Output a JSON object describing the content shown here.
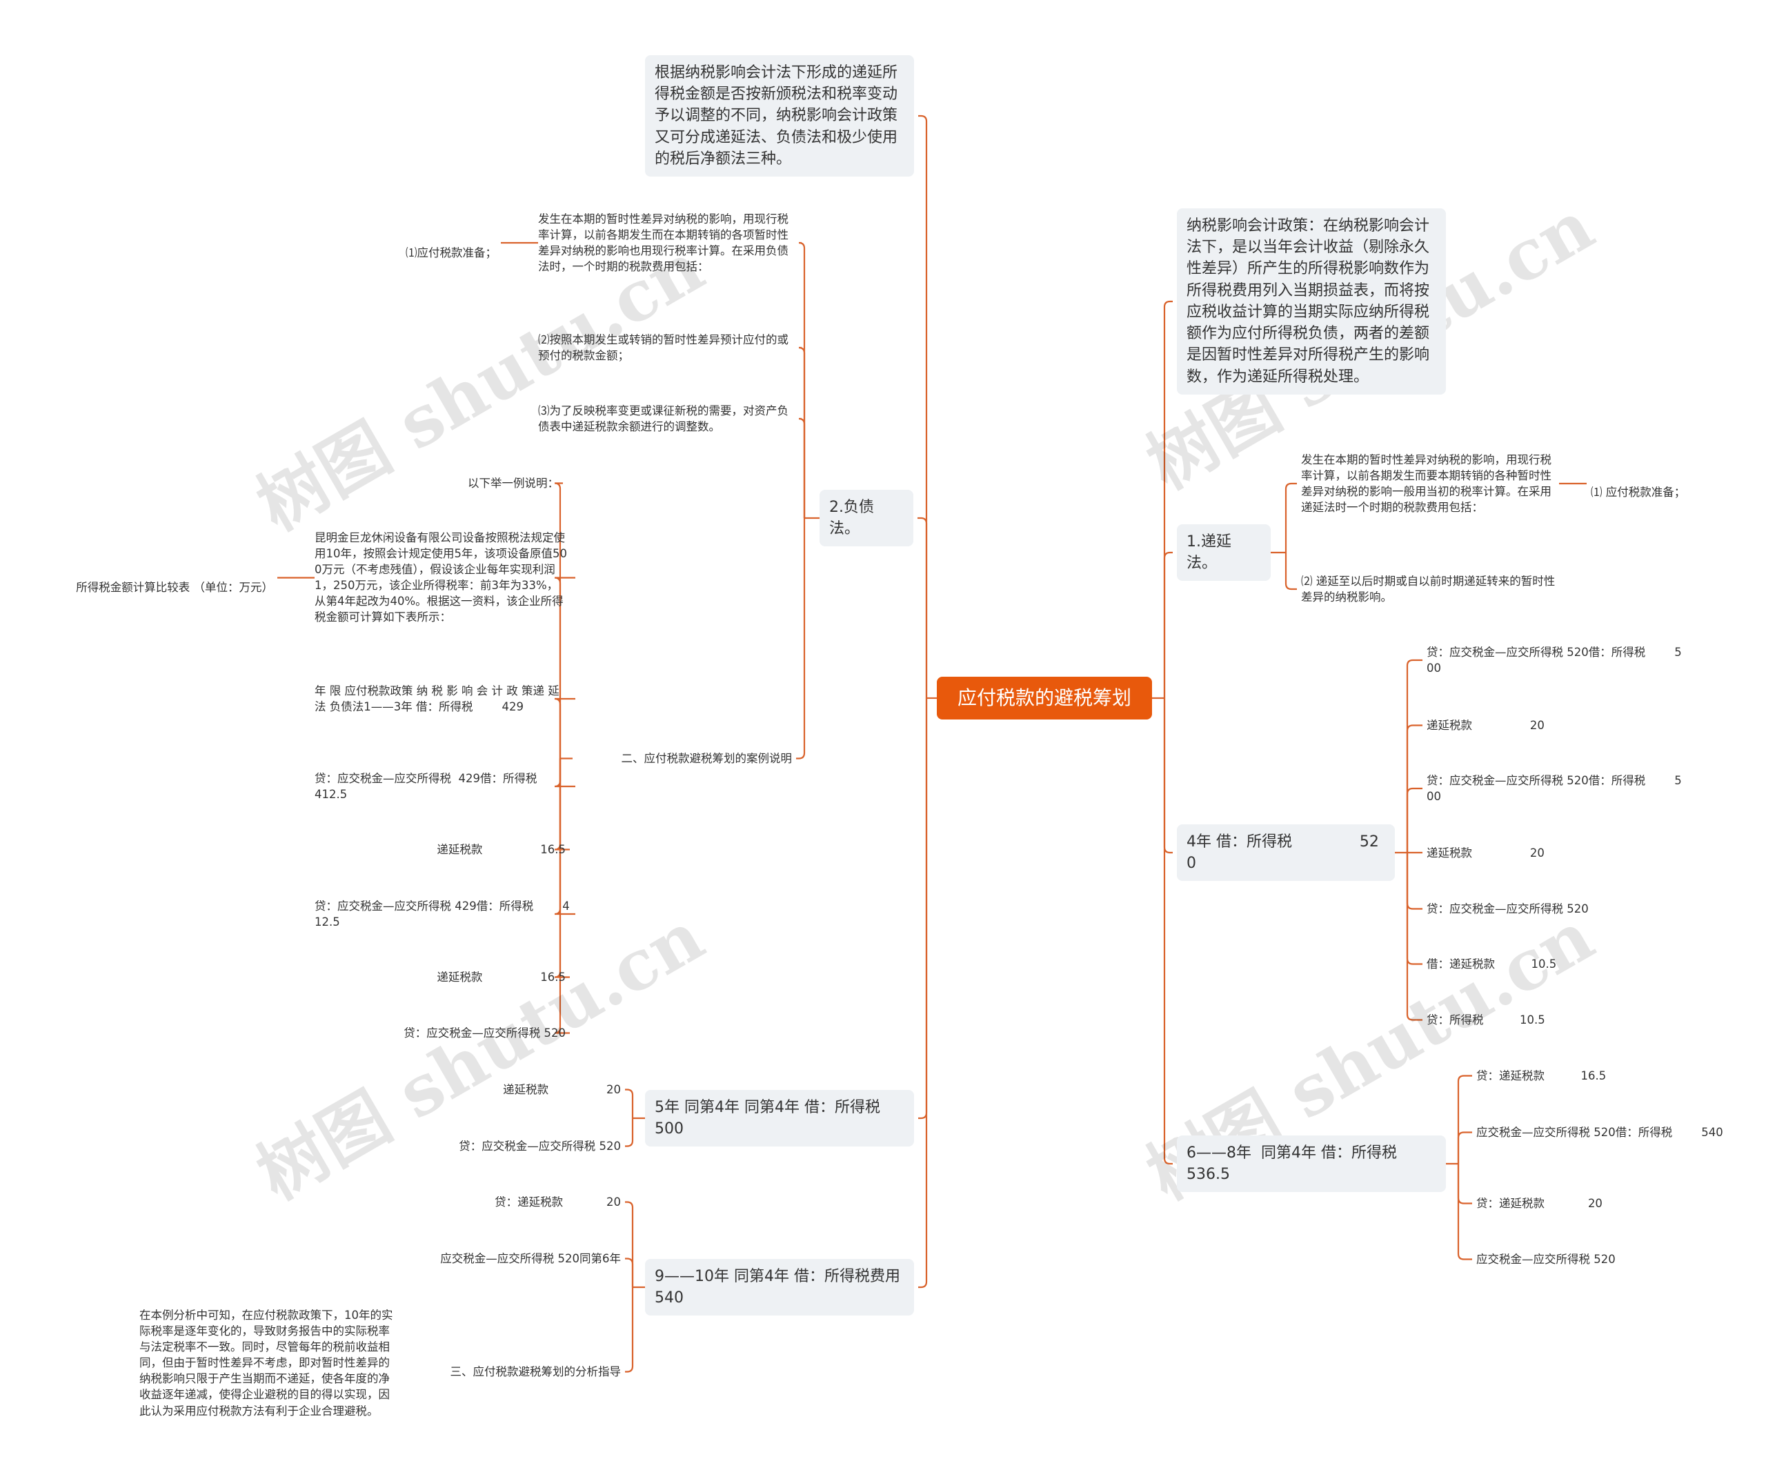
{
  "root": {
    "label": "应付税款的避税筹划",
    "color": "#e8590c"
  },
  "watermark": "树图 shutu.cn",
  "left": {
    "intro": "根据纳税影响会计法下形成的递延所得税金额是否按新颁税法和税率变动予以调整的不同，纳税影响会计政策又可分成递延法、负债法和极少使用的税后净额法三种。",
    "liability": {
      "label": "2.负债法。",
      "n1_label": "⑴应付税款准备；",
      "n1_text": "发生在本期的暂时性差异对纳税的影响，用现行税率计算，以前各期发生而在本期转销的各项暂时性差异对纳税的影响也用现行税率计算。在采用负债法时，一个时期的税款费用包括：",
      "n2": "⑵按照本期发生或转销的暂时性差异预计应付的或预付的税款金额；",
      "n3": "⑶为了反映税率变更或课征新税的需要，对资产负债表中递延税款余额进行的调整数。",
      "case": {
        "label": "二、应付税款避税筹划的案例说明",
        "intro": "以下举一例说明：",
        "example": "昆明金巨龙休闲设备有限公司设备按照税法规定使用10年，按照会计规定使用5年，该项设备原值500万元（不考虑残值），假设该企业每年实现利润1，250万元，该企业所得税率：前3年为33%，      从第4年起改为40%。根据这一资料，该企业所得税金额可计算如下表所示：",
        "table_caption": "所得税金额计算比较表 （单位：万元）",
        "header": "年 限 应付税款政策 纳 税 影 响 会 计 政 策递 延 法 负债法1——3年 借：所得税        429",
        "l1": "贷：应交税金—应交所得税  429借：所得税         412.5",
        "l2": "递延税款                16.5",
        "l3": "贷：应交税金—应交所得税 429借：所得税        412.5",
        "l4": "递延税款                16.5",
        "l5": "贷：应交税金—应交所得税 520"
      }
    },
    "y5": {
      "label": "5年 同第4年 同第4年 借：所得税          500",
      "c1": "递延税款                20",
      "c2": "贷：应交税金—应交所得税 520"
    },
    "y910": {
      "label": "9——10年 同第4年 借：所得税费用          540",
      "c1": "贷：递延税款            20",
      "c2": "应交税金—应交所得税 520同第6年",
      "analysis_label": "三、应付税款避税筹划的分析指导",
      "analysis_text": "在本例分析中可知，在应付税款政策下，10年的实际税率是逐年变化的，导致财务报告中的实际税率与法定税率不一致。同时，尽管每年的税前收益相同，但由于暂时性差异不考虑，即对暂时性差异的纳税影响只限于产生当期而不递延，使各年度的净收益逐年递减，使得企业避税的目的得以实现，因此认为采用应付税款方法有利于企业合理避税。"
    }
  },
  "right": {
    "policy": "纳税影响会计政策：在纳税影响会计法下，是以当年会计收益（剔除永久性差异）所产生的所得税影响数作为所得税费用列入当期损益表，而将按应税收益计算的当期实际应纳所得税额作为应付所得税负债，两者的差额是因暂时性差异对所得税产生的影响数，作为递延所得税处理。",
    "deferral": {
      "label": "1.递延法。",
      "t1": "发生在本期的暂时性差异对纳税的影响，用现行税率计算，以前各期发生而要本期转销的各种暂时性差异对纳税的影响一般用当初的税率计算。在采用递延法时一个时期的税款费用包括：",
      "t1_leaf": "⑴ 应付税款准备；",
      "t2": "⑵ 递延至以后时期或自以前时期递延转来的暂时性差异的纳税影响。"
    },
    "y4": {
      "label": "4年 借：所得税              520",
      "items": [
        "贷：应交税金—应交所得税 520借：所得税        500",
        "递延税款                20",
        "贷：应交税金—应交所得税 520借：所得税        500",
        "递延税款                20",
        "贷：应交税金—应交所得税 520",
        "借：递延税款          10.5",
        "贷：所得税          10.5"
      ]
    },
    "y68": {
      "label": "6——8年  同第4年 借：所得税          536.5",
      "items": [
        "贷：递延税款          16.5",
        "应交税金—应交所得税 520借：所得税        540",
        "贷：递延税款            20",
        "应交税金—应交所得税 520"
      ]
    }
  },
  "colors": {
    "line": "#d9622b",
    "box": "#eef1f4",
    "text": "#333333"
  }
}
